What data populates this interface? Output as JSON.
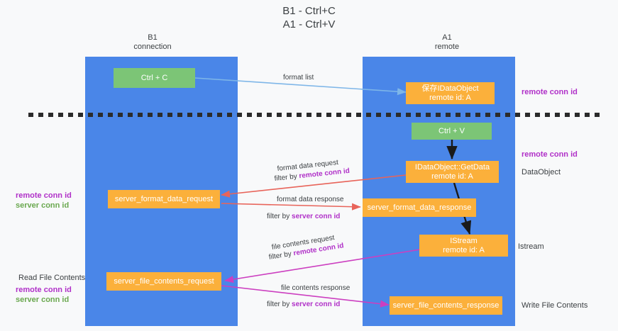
{
  "title": "B1 - Ctrl+C\nA1 - Ctrl+V",
  "columns": {
    "left": "B1\nconnection",
    "right": "A1\nremote"
  },
  "boxes": {
    "ctrl_c": "Ctrl + C",
    "ctrl_v": "Ctrl + V",
    "idataobject": "保存IDataObject",
    "idataobject_id": "remote id: A",
    "getdata": "IDataObject::GetData",
    "getdata_id": "remote id: A",
    "istream": "IStream",
    "istream_id": "remote id: A",
    "server_format_data_request": "server_format_data_request",
    "server_format_data_response": "server_format_data_response",
    "server_file_contents_request": "server_file_contents_request",
    "server_file_contents_response": "server_file_contents_response"
  },
  "side_labels": {
    "remote_conn_id_top": "remote conn id",
    "remote_conn_id_mid": "remote conn id",
    "dataobject": "DataObject",
    "istream": "Istream",
    "write_file_contents": "Write File Contents",
    "left_remote_conn_id": "remote conn id",
    "left_server_conn_id": "server conn id",
    "read_file_contents": "Read File Contents",
    "left_remote_conn_id2": "remote conn id",
    "left_server_conn_id2": "server conn id"
  },
  "arrow_labels": {
    "format_list": "format list",
    "format_data_request": "format data request",
    "format_data_request_filter_prefix": "filter by ",
    "format_data_request_filter_key": "remote conn id",
    "format_data_response": "format data response",
    "format_data_response_filter_prefix": "filter by ",
    "format_data_response_filter_key": "server conn id",
    "file_contents_request": "file contents request",
    "file_contents_request_filter_prefix": "filter by ",
    "file_contents_request_filter_key": "remote conn id",
    "file_contents_response": "file contents response",
    "file_contents_response_filter_prefix": "filter by ",
    "file_contents_response_filter_key": "server conn id"
  },
  "colors": {
    "lane": "#4a86e8",
    "green_box": "#7cc576",
    "orange_box": "#fbb03b",
    "purple": "#b030c8",
    "green_text": "#6aa84f",
    "blue_arrow": "#7eb6e8",
    "red_arrow": "#e8645a",
    "magenta_arrow": "#cc3fc0",
    "black": "#1a1a1a",
    "background": "#f8f9fa"
  }
}
